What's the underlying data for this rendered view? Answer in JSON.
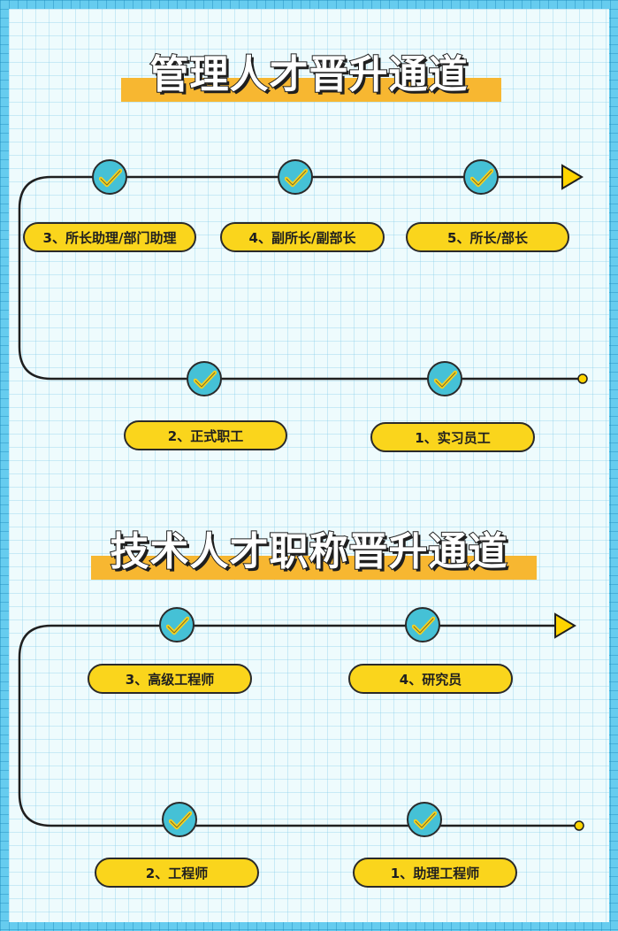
{
  "management": {
    "title": "管理人才晋升通道",
    "steps": {
      "s1": "1、实习员工",
      "s2": "2、正式职工",
      "s3": "3、所长助理/部门助理",
      "s4": "4、副所长/副部长",
      "s5": "5、所长/部长"
    }
  },
  "technical": {
    "title": "技术人才职称晋升通道",
    "steps": {
      "s1": "1、助理工程师",
      "s2": "2、工程师",
      "s3": "3、高级工程师",
      "s4": "4、研究员"
    }
  },
  "colors": {
    "pill": "#fad51c",
    "check_circle": "#45c1d6",
    "title_bar": "#f7b731",
    "arrow": "#ffd400"
  },
  "icons": {
    "milestone": "check-icon",
    "end": "arrow-right-icon"
  }
}
